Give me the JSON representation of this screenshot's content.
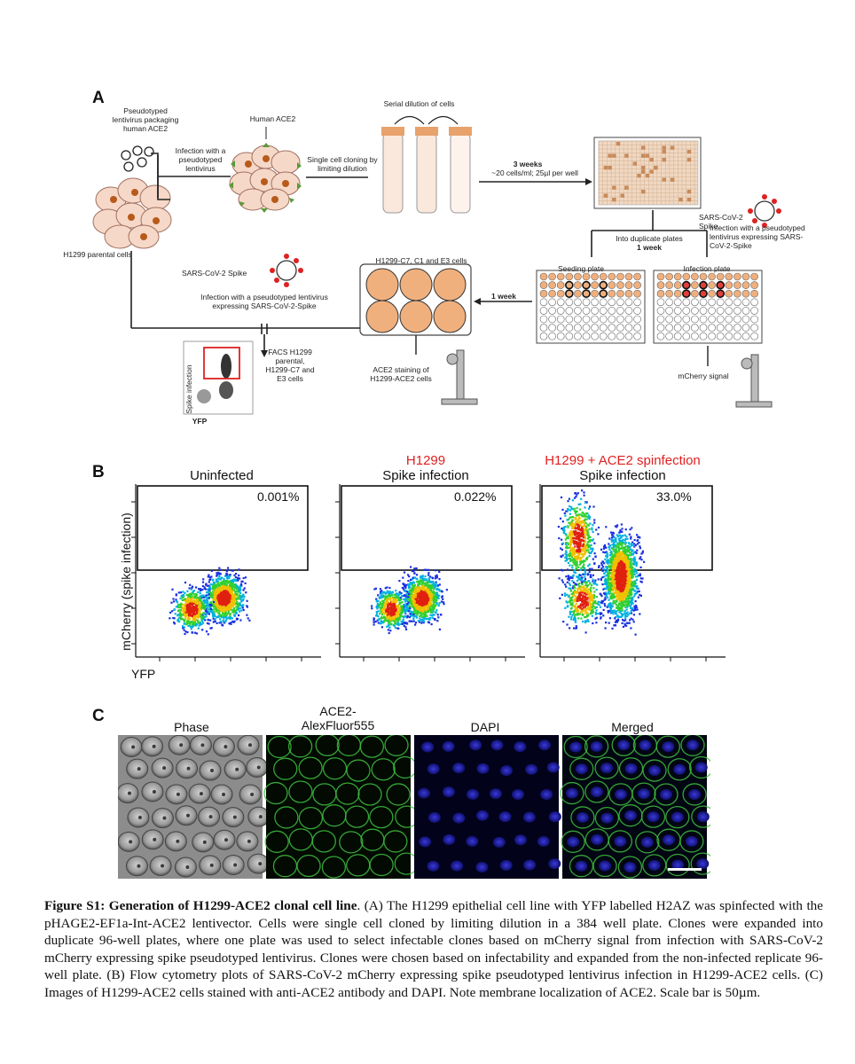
{
  "panelA": {
    "letter": "A",
    "labels": {
      "packaging": "Pseudotyped lentivirus packaging human ACE2",
      "human_ace2": "Human ACE2",
      "serial_dilution": "Serial dilution of cells",
      "infection_pseudo": "Infection with a pseudotyped lentivirus",
      "single_cell": "Single cell cloning by limiting dilution",
      "three_weeks": "3 weeks",
      "density": "~20 cells/ml; 25µl per well",
      "sars_spike_right": "SARS-CoV-2 Spike",
      "infection_right": "Infection with a pseudotyped lentivirus expressing SARS-CoV-2-Spike",
      "h1299_parental": "H1299 parental cells",
      "duplicate_plates": "Into duplicate plates",
      "one_week_a": "1 week",
      "clones_label": "H1299-C7, C1 and E3 cells",
      "sars_spike_left": "SARS-CoV-2 Spike",
      "infection_left": "Infection with a pseudotyped lentivirus expressing SARS-CoV-2-Spike",
      "one_week_b": "1 week",
      "seeding_plate": "Seeding plate",
      "infection_plate": "Infection plate",
      "facs": "FACS H1299 parental, H1299-C7 and E3 cells",
      "spike_infection": "Spike infection",
      "yfp": "YFP",
      "ace2_staining": "ACE2 staining of H1299-ACE2 cells",
      "mcherry_signal": "mCherry signal"
    }
  },
  "panelB": {
    "letter": "B",
    "ylabel": "mCherry (spike infection)",
    "xlabel": "YFP",
    "plots": [
      {
        "title_red": "",
        "title": "Uninfected",
        "percent": "0.001%"
      },
      {
        "title_red": "H1299",
        "title": "Spike infection",
        "percent": "0.022%"
      },
      {
        "title_red": "H1299 + ACE2 spinfection",
        "title": "Spike infection",
        "percent": "33.0%"
      }
    ]
  },
  "panelC": {
    "letter": "C",
    "titles": [
      "Phase",
      "ACE2-\nAlexFluor555",
      "DAPI",
      "Merged"
    ]
  },
  "caption": {
    "label": "Figure S1:",
    "title": "Generation of H1299-ACE2 clonal cell line",
    "body": ". (A) The H1299 epithelial cell line with YFP labelled H2AZ was spinfected with the pHAGE2-EF1a-Int-ACE2 lentivector. Cells were single cell cloned by limiting dilution in a 384 well plate. Clones were expanded into duplicate 96-well plates, where one plate was used to select infectable clones based on mCherry signal from infection with SARS-CoV-2 mCherry expressing spike pseudotyped lentivirus. Clones were chosen based on infectability and expanded from the non-infected replicate 96-well plate. (B) Flow cytometry plots of SARS-CoV-2 mCherry expressing spike pseudotyped lentivirus infection in H1299-ACE2 cells. (C) Images of H1299-ACE2 cells stained with anti-ACE2 antibody and DAPI. Note membrane localization of ACE2. Scale bar is 50µm."
  }
}
